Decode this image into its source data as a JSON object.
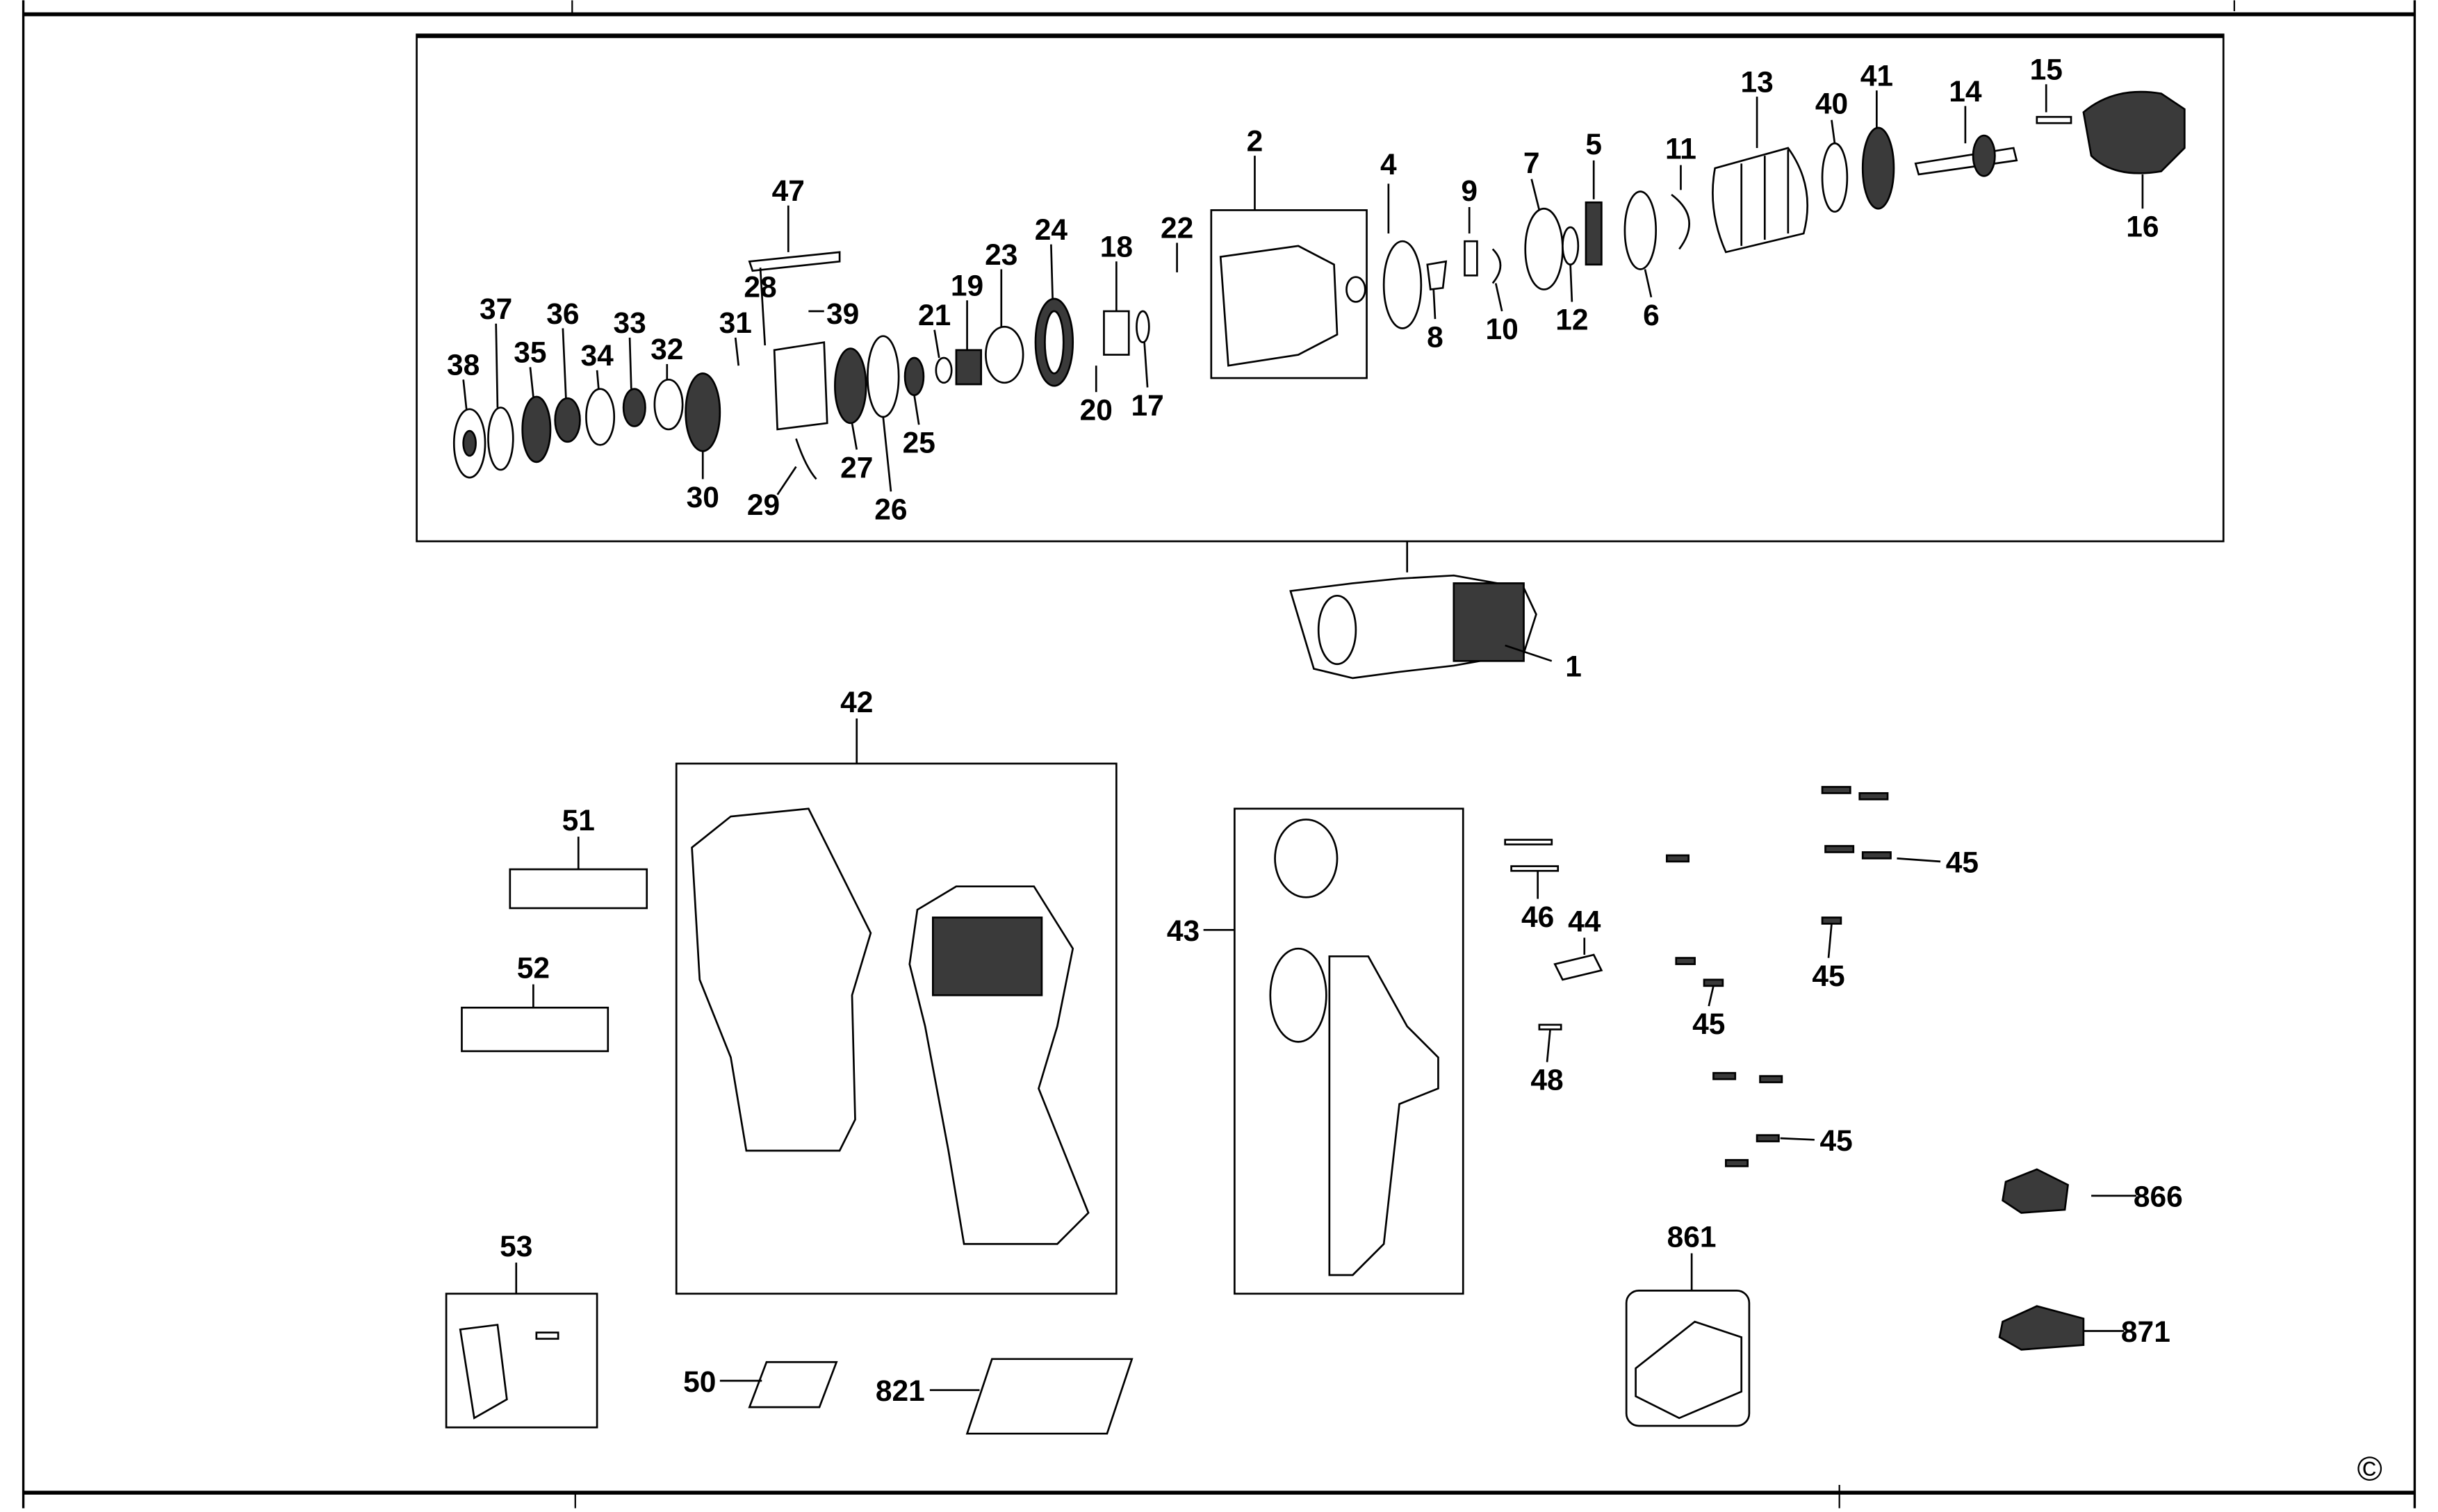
{
  "diagram": {
    "type": "exploded parts diagram",
    "callouts": [
      "2",
      "4",
      "9",
      "7",
      "5",
      "11",
      "13",
      "40",
      "41",
      "14",
      "15",
      "16",
      "47",
      "28",
      "39",
      "37",
      "36",
      "33",
      "38",
      "35",
      "34",
      "32",
      "31",
      "21",
      "19",
      "23",
      "24",
      "18",
      "22",
      "8",
      "10",
      "12",
      "6",
      "30",
      "29",
      "27",
      "26",
      "25",
      "20",
      "17",
      "1",
      "42",
      "51",
      "52",
      "43",
      "46",
      "44",
      "45",
      "45",
      "45",
      "48",
      "45",
      "866",
      "871",
      "861",
      "53",
      "50",
      "821"
    ],
    "copyright_symbol": "©",
    "colors": {
      "line": "#000000",
      "part_fill": "#ffffff",
      "part_shade": "#3a3a3a"
    }
  }
}
